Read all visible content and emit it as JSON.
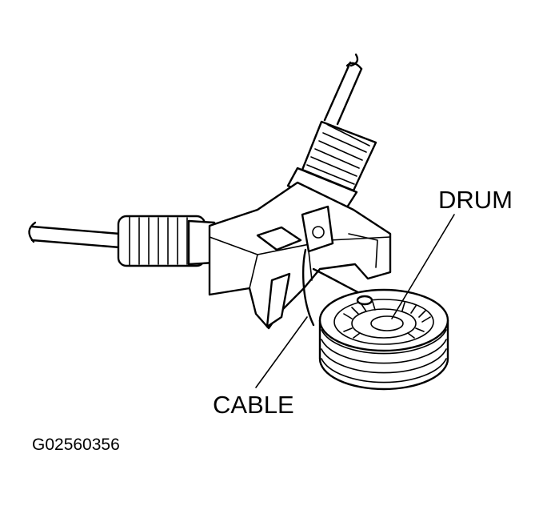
{
  "labels": {
    "drum": "DRUM",
    "cable": "CABLE",
    "figure_code": "G02560356"
  }
}
